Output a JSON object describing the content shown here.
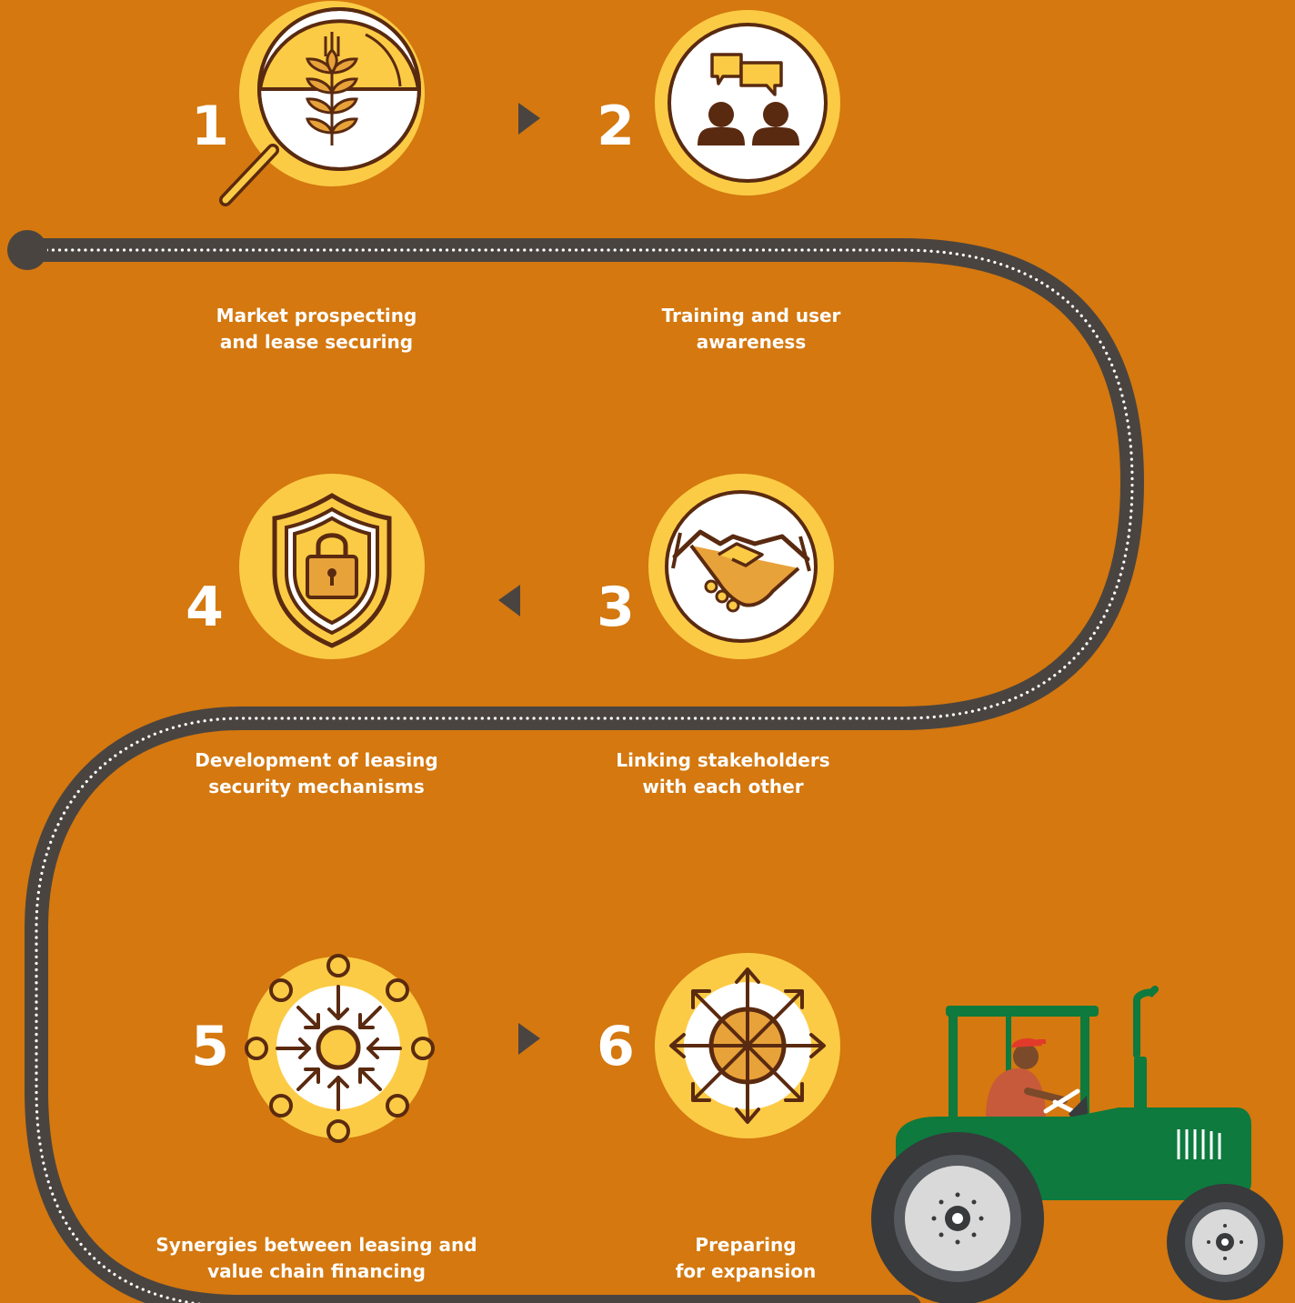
{
  "colors": {
    "background": "#D4780F",
    "road": "#4A4440",
    "road_dots": "#FFFFFF",
    "circle_outer": "#FCCB45",
    "circle_inner": "#FFFFFF",
    "icon_stroke": "#5A2A10",
    "tractor_body": "#0E7A3E",
    "tractor_wheel": "#383A3C",
    "hub": "#D9D9D9",
    "cap": "#E23A2A"
  },
  "steps": [
    {
      "number": "1",
      "icon": "wheat-magnifier-icon",
      "label_line1": "Market prospecting",
      "label_line2": "and lease securing"
    },
    {
      "number": "2",
      "icon": "people-chat-icon",
      "label_line1": "Training and user",
      "label_line2": "awareness"
    },
    {
      "number": "3",
      "icon": "handshake-icon",
      "label_line1": "Linking stakeholders",
      "label_line2": "with each other"
    },
    {
      "number": "4",
      "icon": "shield-lock-icon",
      "label_line1": "Development of leasing",
      "label_line2": "security mechanisms"
    },
    {
      "number": "5",
      "icon": "converging-arrows-icon",
      "label_line1": "Synergies between leasing and",
      "label_line2": "value chain financing"
    },
    {
      "number": "6",
      "icon": "expanding-arrows-icon",
      "label_line1": "Preparing",
      "label_line2": "for expansion"
    }
  ],
  "flow_arrows": [
    "right",
    "left",
    "right"
  ]
}
